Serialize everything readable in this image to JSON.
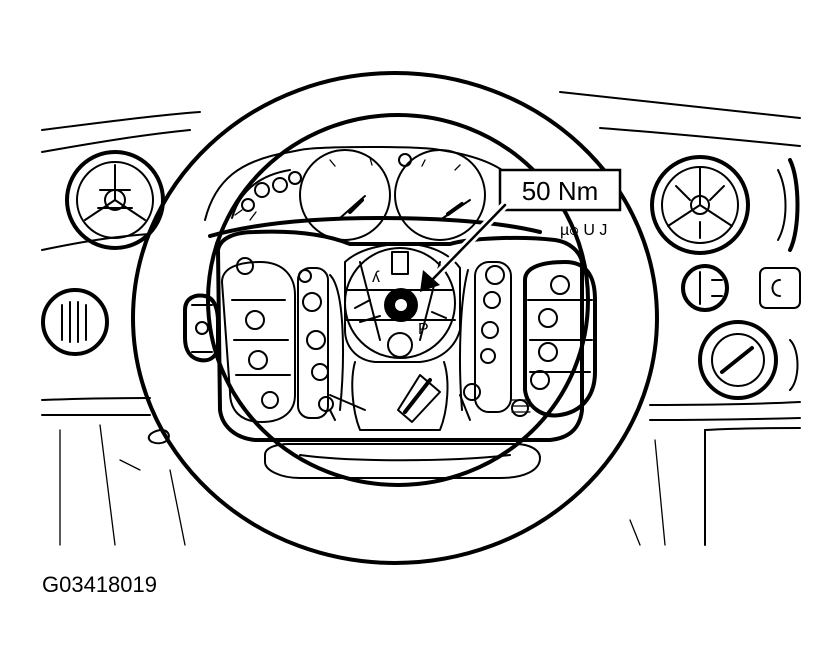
{
  "figure": {
    "torque_callout": "50 Nm",
    "figure_code": "G03418019",
    "panel_marking": "µ๏ U J"
  },
  "icons": [
    "torque-callout-arrow",
    "steering-wheel",
    "air-vent",
    "control-knob",
    "bolt"
  ]
}
